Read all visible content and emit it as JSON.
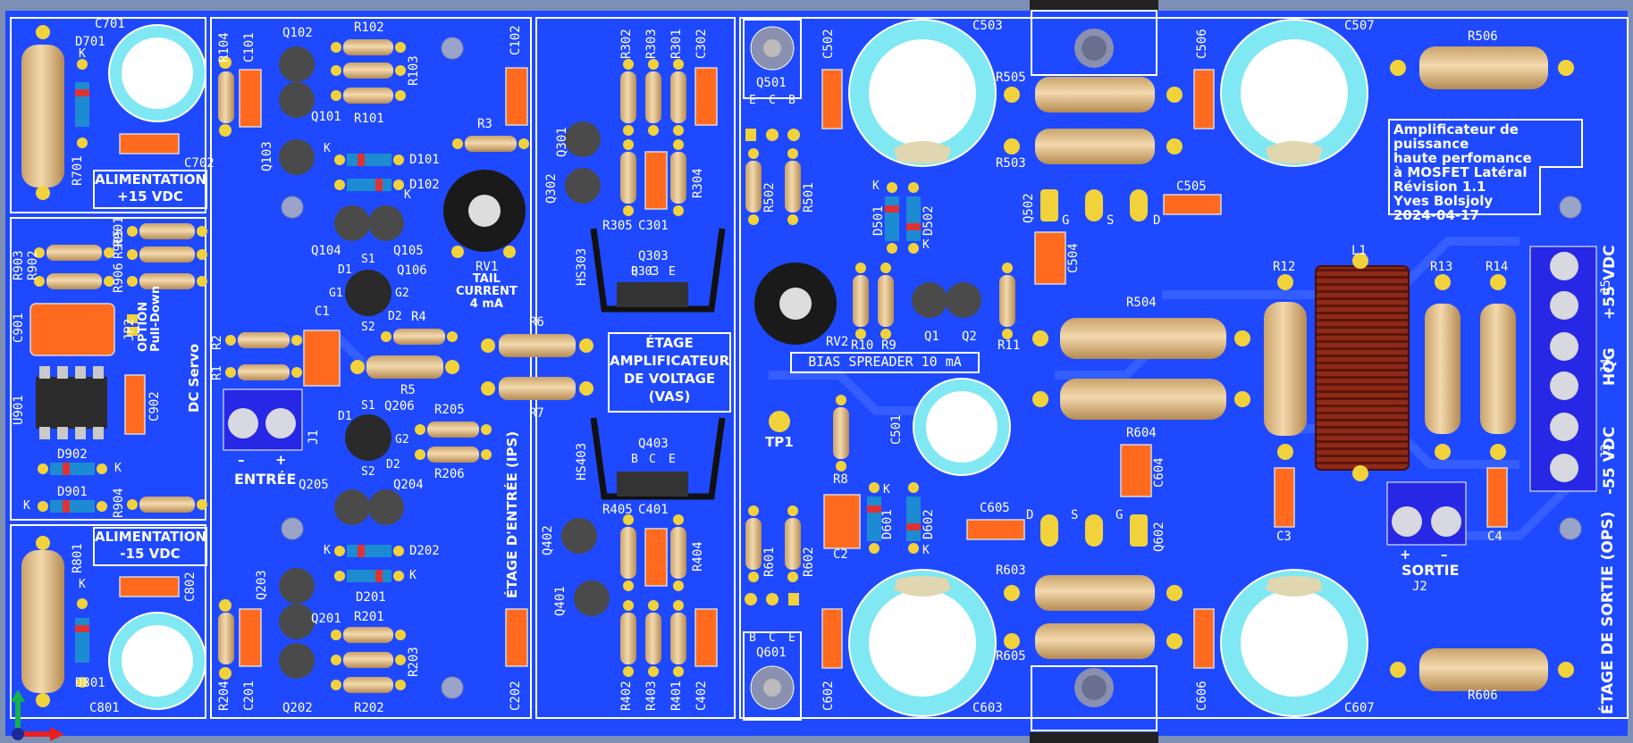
{
  "colors": {
    "board": "#1f49ff",
    "silk": "#ffffff",
    "pad": "#f2d23a",
    "resistor": "#e8c692",
    "capacitor": "#ff6a1e",
    "terminal": "#1f1fd8"
  },
  "title": {
    "line1": "Amplificateur de puissance",
    "line2": "haute perfomance",
    "line3": "à MOSFET Latéral",
    "line4": "Révision 1.1",
    "line5": "Yves Bolsjoly",
    "line6": "2024-04-17"
  },
  "sections": {
    "psu_pos": "ALIMENTATION\n+15 VDC",
    "psu_neg": "ALIMENTATION\n-15 VDC",
    "dc_servo": "DC Servo",
    "option": "OPTION\nPull-Down",
    "ips": "ÉTAGE D'ENTRÉE (IPS)",
    "vas": "ÉTAGE\nAMPLIFICATEUR\nDE VOLTAGE\n(VAS)",
    "bias": "BIAS SPREADER 10 mA",
    "ops": "ÉTAGE DE SORTIE (OPS)",
    "tail": "TAIL\nCURRENT\n4 mA",
    "entree": "ENTRÉE",
    "sortie": "SORTIE",
    "j5": "+55 VDC",
    "j4": "HQG",
    "j3": "-55 VDC",
    "tp1": "TP1"
  },
  "refs": {
    "c701": "C701",
    "d701": "D701",
    "r701": "R701",
    "c702": "C702",
    "r903": "R903",
    "r902": "R902",
    "r906": "R906",
    "r905": "R905",
    "r901": "R901",
    "c901": "C901",
    "jp2": "JP2",
    "u901": "U901",
    "c902": "C902",
    "d902": "D902",
    "d901": "D901",
    "r904": "R904",
    "r801": "R801",
    "d801": "D801",
    "c801": "C801",
    "c802": "C802",
    "r104": "R104",
    "c101": "C101",
    "q102": "Q102",
    "q101": "Q101",
    "r102": "R102",
    "r103": "R103",
    "r101": "R101",
    "q103": "Q103",
    "d101": "D101",
    "d102": "D102",
    "q104": "Q104",
    "q105": "Q105",
    "q106": "Q106",
    "c1": "C1",
    "r2": "R2",
    "r1": "R1",
    "j1": "J1",
    "r4": "R4",
    "r5": "R5",
    "q206": "Q206",
    "r205": "R205",
    "r206": "R206",
    "q205": "Q205",
    "q204": "Q204",
    "d202": "D202",
    "d201": "D201",
    "q203": "Q203",
    "q201": "Q201",
    "q202": "Q202",
    "r201": "R201",
    "r203": "R203",
    "r202": "R202",
    "r204": "R204",
    "c201": "C201",
    "r3": "R3",
    "rv1": "RV1",
    "c102": "C102",
    "r6": "R6",
    "r7": "R7",
    "c202": "C202",
    "r302": "R302",
    "r303": "R303",
    "r301": "R301",
    "c302": "C302",
    "q301": "Q301",
    "q302": "Q302",
    "r304": "R304",
    "r305": "R305",
    "c301": "C301",
    "hs303": "HS303",
    "q303": "Q303",
    "hs403": "HS403",
    "q403": "Q403",
    "r405": "R405",
    "c401": "C401",
    "q402": "Q402",
    "q401": "Q401",
    "r404": "R404",
    "r402": "R402",
    "r403": "R403",
    "r401": "R401",
    "c402": "C402",
    "q501": "Q501",
    "c502": "C502",
    "r502": "R502",
    "r501": "R501",
    "c503": "C503",
    "r505": "R505",
    "r503": "R503",
    "d501": "D501",
    "d502": "D502",
    "q502": "Q502",
    "c504": "C504",
    "c505": "C505",
    "c506": "C506",
    "c507": "C507",
    "r506": "R506",
    "rv2": "RV2",
    "r10": "R10",
    "r9": "R9",
    "q1": "Q1",
    "q2": "Q2",
    "r11": "R11",
    "r504": "R504",
    "c501": "C501",
    "r604": "R604",
    "c604": "C604",
    "r8": "R8",
    "c2": "C2",
    "d601": "D601",
    "d602": "D602",
    "r601": "R601",
    "r602": "R602",
    "q601": "Q601",
    "c602": "C602",
    "c603": "C603",
    "c605": "C605",
    "r603": "R603",
    "r605": "R605",
    "q602": "Q602",
    "c606": "C606",
    "c607": "C607",
    "r606": "R606",
    "r12": "R12",
    "l1": "L1",
    "r13": "R13",
    "r14": "R14",
    "c3": "C3",
    "c4": "C4",
    "j2": "J2",
    "j5": "J5",
    "j4": "J4",
    "j3": "J3"
  },
  "pins": {
    "e": "E",
    "c": "C",
    "b": "B",
    "g": "G",
    "s": "S",
    "d": "D",
    "k": "K",
    "d1": "D1",
    "d2": "D2",
    "g1": "G1",
    "g2": "G2",
    "s1": "S1",
    "s2": "S2",
    "minus": "–",
    "plus": "+"
  }
}
